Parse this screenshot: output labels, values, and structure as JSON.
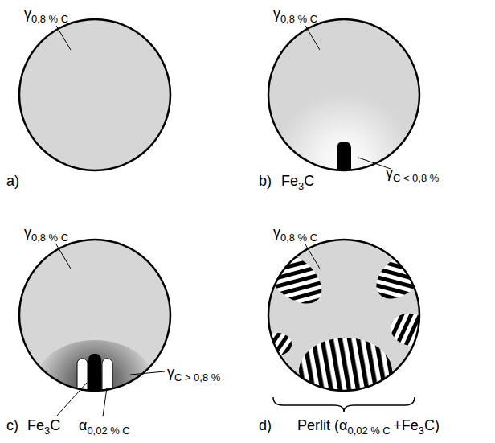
{
  "diagram": {
    "labels": [
      "γ0,8 % C",
      "a)",
      "γ0,8 % C",
      "b)",
      "Fe3C",
      "γC < 0,8 %",
      "γ0,8 % C",
      "c)",
      "Fe3C",
      "α0,02 % C",
      "γC > 0,8 %",
      "γ0,8 % C",
      "d)",
      "Perlit (α0,02 % C +Fe3C)"
    ]
  }
}
